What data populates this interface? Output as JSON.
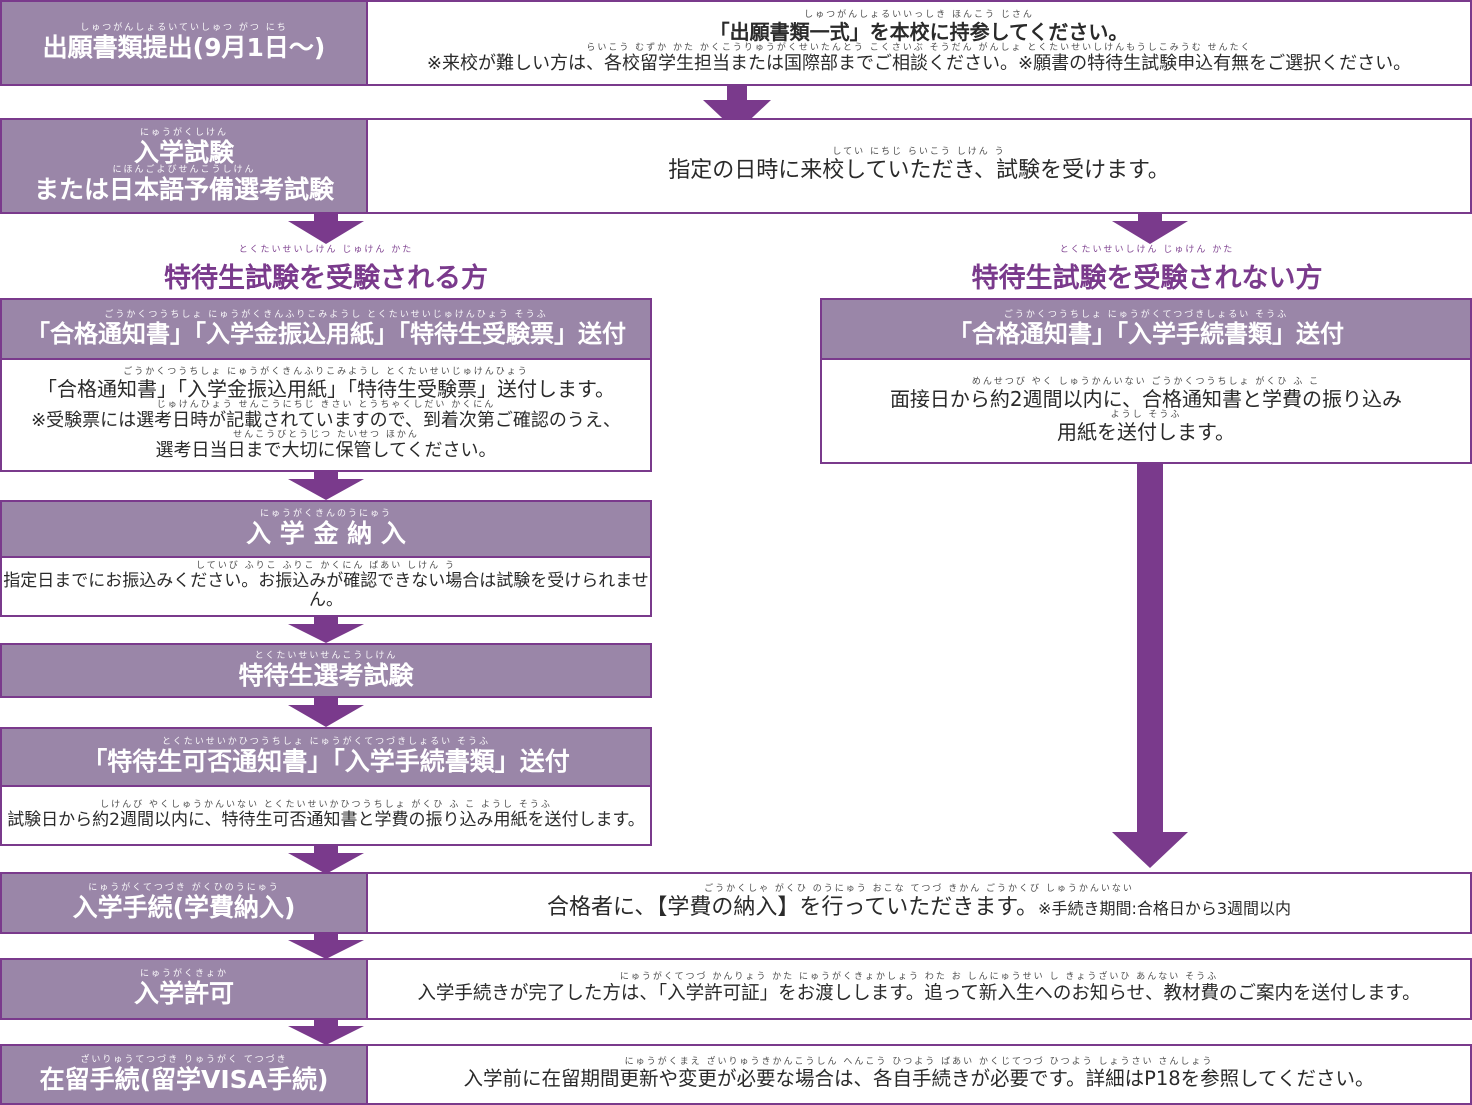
{
  "steps": {
    "s1": {
      "head_ruby": "しゅつがんしょるいていしゅつ がつ にち",
      "head": "出願書類提出(9月1日〜)",
      "body_ruby1": "しゅつがんしょるいいっしき ほんこう じさん",
      "body1": "「出願書類一式」を本校に持参してください。",
      "body_ruby2": "らいこう むずか かた かくこうりゅうがくせいたんとう こくさいぶ そうだん がんしょ とくたいせいしけんもうしこみうむ せんたく",
      "body2": "※来校が難しい方は、各校留学生担当または国際部までご相談ください。※願書の特待生試験申込有無をご選択ください。"
    },
    "s2": {
      "head_ruby1": "にゅうがくしけん",
      "head1": "入学試験",
      "head_ruby2": "にほんごよびせんこうしけん",
      "head2": "または日本語予備選考試験",
      "body_ruby": "してい にちじ らいこう しけん う",
      "body": "指定の日時に来校していただき、試験を受けます。"
    },
    "left_title": {
      "ruby": "とくたいせいしけん じゅけん かた",
      "text": "特待生試験を受験される方"
    },
    "right_title": {
      "ruby": "とくたいせいしけん じゅけん かた",
      "text": "特待生試験を受験されない方"
    },
    "l1": {
      "head_ruby": "ごうかくつうちしょ にゅうがくきんふりこみようし とくたいせいじゅけんひょう そうふ",
      "head": "「合格通知書」「入学金振込用紙」「特待生受験票」送付",
      "body_ruby1": "ごうかくつうちしょ にゅうがくきんふりこみようし とくたいせいじゅけんひょう",
      "body1": "「合格通知書」「入学金振込用紙」「特待生受験票」送付します。",
      "body_ruby2": "じゅけんひょう せんこうにちじ きさい とうちゃくしだい かくにん",
      "body2": "※受験票には選考日時が記載されていますので、到着次第ご確認のうえ、",
      "body_ruby3": "せんこうびとうじつ たいせつ ほかん",
      "body3": "選考日当日まで大切に保管してください。"
    },
    "l2": {
      "head_ruby": "にゅうがくきんのうにゅう",
      "head": "入 学 金 納 入",
      "body_ruby": "していび ふりこ ふりこ かくにん ばあい しけん う",
      "body": "指定日までにお振込みください。お振込みが確認できない場合は試験を受けられません。"
    },
    "l3": {
      "head_ruby": "とくたいせいせんこうしけん",
      "head": "特待生選考試験"
    },
    "l4": {
      "head_ruby": "とくたいせいかひつうちしょ にゅうがくてつづきしょるい そうふ",
      "head": "「特待生可否通知書」「入学手続書類」送付",
      "body_ruby": "しけんび やくしゅうかんいない とくたいせいかひつうちしょ がくひ ふ こ ようし そうふ",
      "body": "試験日から約2週間以内に、特待生可否通知書と学費の振り込み用紙を送付します。"
    },
    "r1": {
      "head_ruby": "ごうかくつうちしょ にゅうがくてつづきしょるい そうふ",
      "head": "「合格通知書」「入学手続書類」送付",
      "body_ruby1": "めんせつび やく しゅうかんいない ごうかくつうちしょ がくひ ふ こ",
      "body1": "面接日から約2週間以内に、合格通知書と学費の振り込み",
      "body_ruby2": "ようし そうふ",
      "body2": "用紙を送付します。"
    },
    "s3": {
      "head_ruby": "にゅうがくてつづき がくひのうにゅう",
      "head": "入学手続(学費納入)",
      "body_ruby": "ごうかくしゃ がくひ のうにゅう おこな てつづ きかん ごうかくび しゅうかんいない",
      "body_main": "合格者に、【学費の納入】を行っていただきます。",
      "body_note": "※手続き期間:合格日から3週間以内"
    },
    "s4": {
      "head_ruby": "にゅうがくきょか",
      "head": "入学許可",
      "body_ruby": "にゅうがくてつづ かんりょう かた にゅうがくきょかしょう わた お しんにゅうせい し きょうざいひ あんない そうふ",
      "body": "入学手続きが完了した方は、「入学許可証」をお渡しします。追って新入生へのお知らせ、教材費のご案内を送付します。"
    },
    "s5": {
      "head_ruby": "ざいりゅうてつづき りゅうがく てつづき",
      "head": "在留手続(留学VISA手続)",
      "body_ruby": "にゅうがくまえ ざいりゅうきかんこうしん へんこう ひつよう ばあい かくじてつづ ひつよう しょうさい さんしょう",
      "body": "入学前に在留期間更新や変更が必要な場合は、各自手続きが必要です。詳細はP18を参照してください。"
    }
  },
  "colors": {
    "header_fill": "#9a86a8",
    "border": "#7a3a8c",
    "arrow": "#7a3a8c",
    "title": "#7a3a8c"
  }
}
